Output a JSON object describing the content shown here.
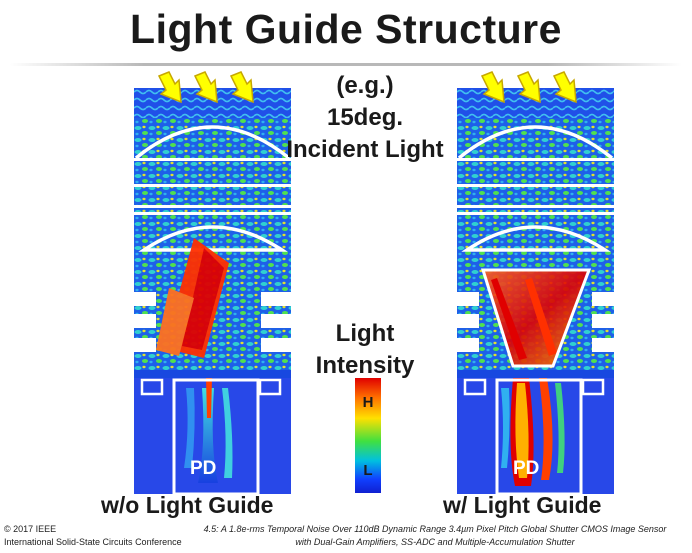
{
  "title": "Light Guide Structure",
  "incident_light": [
    "(e.g.)",
    "15deg.",
    "Incident Light"
  ],
  "legend": {
    "label": [
      "Light",
      "Intensity"
    ],
    "high": "H",
    "low": "L"
  },
  "panels": {
    "left": {
      "caption": "w/o Light Guide",
      "pd_label": "PD"
    },
    "right": {
      "caption": "w/ Light Guide",
      "pd_label": "PD"
    }
  },
  "footer": {
    "copyright": "© 2017 IEEE",
    "conference": "International Solid-State Circuits Conference",
    "paper_line1": "4.5: A 1.8e-rms Temporal Noise Over 110dB Dynamic Range 3.4µm Pixel Pitch Global Shutter CMOS Image Sensor",
    "paper_line2": "with Dual-Gain Amplifiers, SS-ADC and Multiple-Accumulation Shutter"
  },
  "colors": {
    "arrow": "#ffff00",
    "sim_blue": "#2040e0",
    "structure_outline": "#ffffff"
  }
}
